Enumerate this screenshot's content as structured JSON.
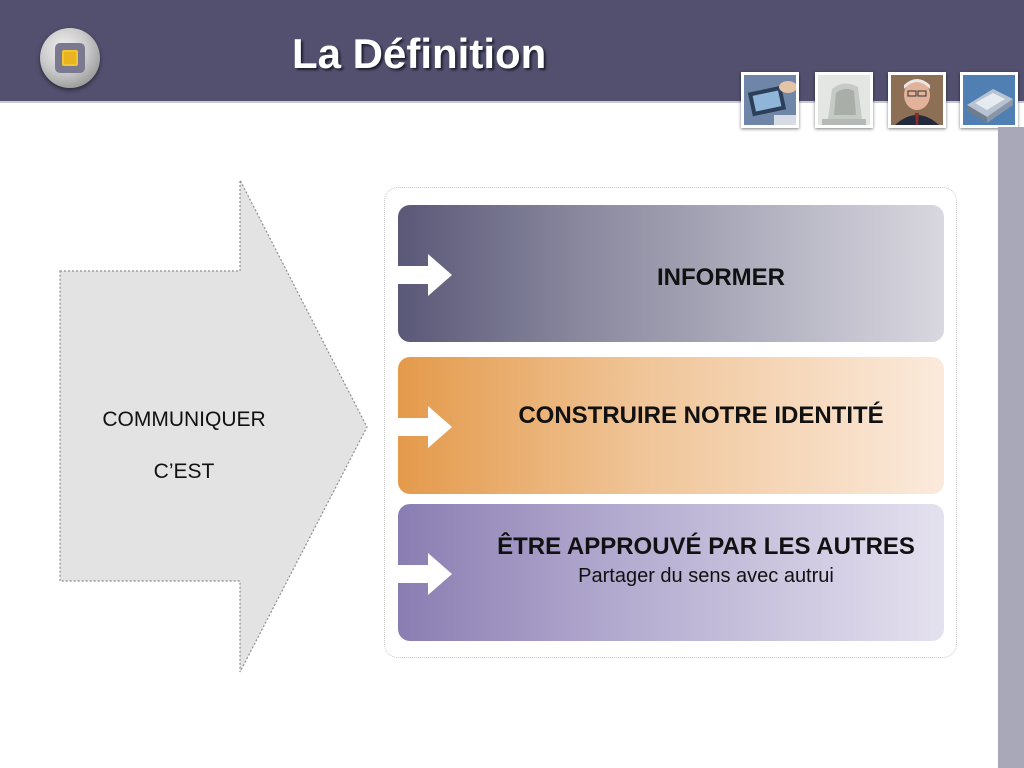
{
  "slide": {
    "title": "La Définition",
    "arrow": {
      "line1": "COMMUNIQUER",
      "line2": "C’EST"
    },
    "items": [
      {
        "label": "INFORMER"
      },
      {
        "label": "CONSTRUIRE NOTRE IDENTITÉ"
      },
      {
        "label": "ÊTRE APPROUVÉ PAR LES AUTRES",
        "sublabel": "Partager du sens avec autrui"
      }
    ]
  },
  "theme": {
    "header": "#52506e",
    "item1": "#5a5877",
    "item2": "#e49a4b",
    "item3": "#8a7db2",
    "accent": "#a9a8b8"
  },
  "icons": [
    "logo-button-icon",
    "arrow-right-icon"
  ]
}
